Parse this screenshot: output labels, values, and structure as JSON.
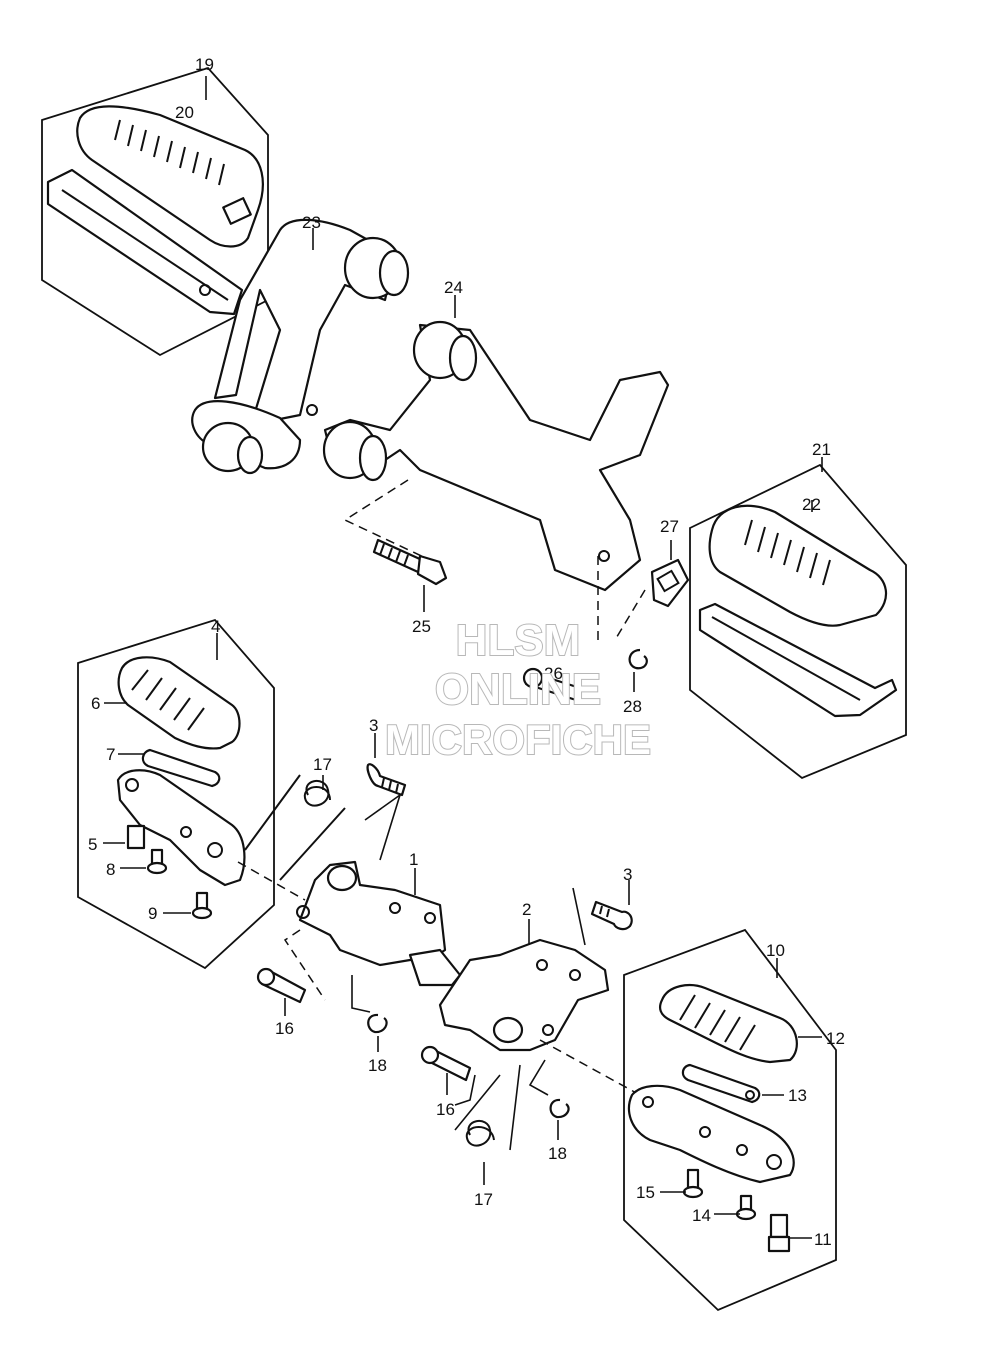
{
  "watermark": {
    "line1": "HLSM",
    "line2": "ONLINE",
    "line3": "MICROFICHE"
  },
  "labels": {
    "p1": "1",
    "p2": "2",
    "p3a": "3",
    "p3b": "3",
    "p4": "4",
    "p5": "5",
    "p6": "6",
    "p7": "7",
    "p8": "8",
    "p9": "9",
    "p10": "10",
    "p11": "11",
    "p12": "12",
    "p13": "13",
    "p14": "14",
    "p15": "15",
    "p16a": "16",
    "p16b": "16",
    "p17a": "17",
    "p17b": "17",
    "p18a": "18",
    "p18b": "18",
    "p19": "19",
    "p20": "20",
    "p21": "21",
    "p22": "22",
    "p23": "23",
    "p24": "24",
    "p25": "25",
    "p26": "26",
    "p27": "27",
    "p28": "28"
  }
}
